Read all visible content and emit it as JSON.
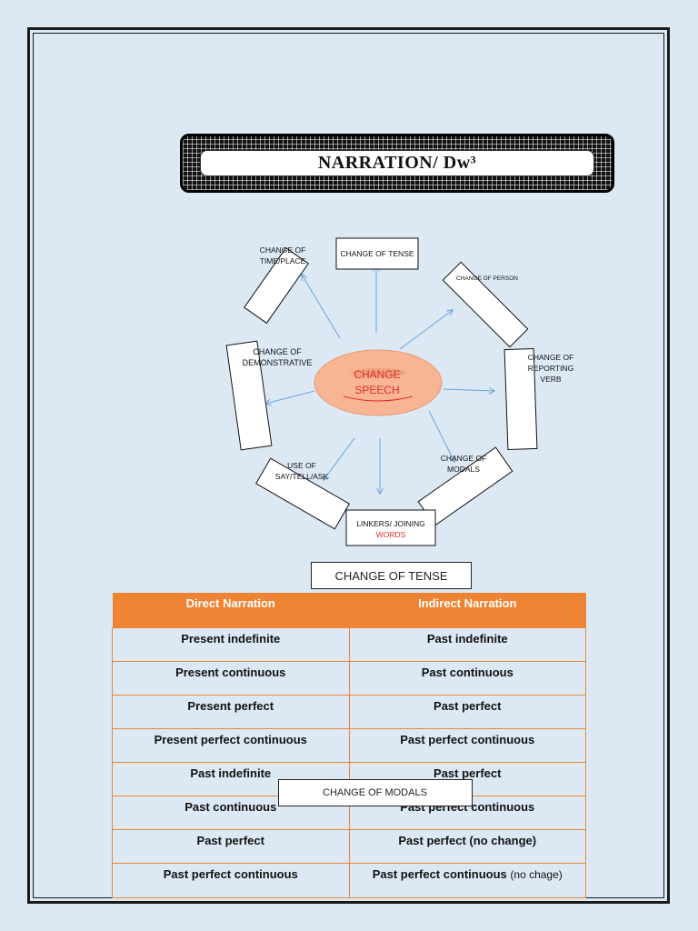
{
  "banner": {
    "title": "NARRATION/ Dw³"
  },
  "diagram": {
    "center": {
      "line1": "CHANGE",
      "line2": "SPEECH"
    },
    "boxes": {
      "time_place": {
        "line1": "CHANGE OF",
        "line2": "TIME/PLACE"
      },
      "tense": {
        "label": "CHANGE OF TENSE"
      },
      "person": {
        "label": "CHANGE OF PERSON"
      },
      "reporting_verb": {
        "line1": "CHANGE OF REPORTING",
        "line2": "VERB"
      },
      "modals": {
        "line1": "CHANGE OF",
        "line2": "MODALS"
      },
      "linkers": {
        "line1": "LINKERS/ JOINING",
        "line2": "WORDS"
      },
      "say_tell_ask": {
        "line1": "USE OF",
        "line2": "SAY/TELL/ASK"
      },
      "demonstrative": {
        "line1": "CHANGE OF",
        "line2": "DEMONSTRATIVE"
      }
    },
    "colors": {
      "center_fill": "#f8b594",
      "center_text": "#e02b2b",
      "arrow": "#6fa3d8"
    }
  },
  "tense_section": {
    "heading": "CHANGE OF TENSE",
    "columns": [
      "Direct Narration",
      "Indirect Narration"
    ],
    "rows": [
      {
        "direct": "Present indefinite",
        "indirect": "Past indefinite",
        "note": ""
      },
      {
        "direct": "Present continuous",
        "indirect": "Past continuous",
        "note": ""
      },
      {
        "direct": "Present perfect",
        "indirect": "Past perfect",
        "note": ""
      },
      {
        "direct": "Present perfect continuous",
        "indirect": "Past perfect continuous",
        "note": ""
      },
      {
        "direct": "Past indefinite",
        "indirect": "Past perfect",
        "note": ""
      },
      {
        "direct": "Past continuous",
        "indirect": "Past perfect continuous",
        "note": ""
      },
      {
        "direct": "Past perfect",
        "indirect": "Past perfect (no change)",
        "note": ""
      },
      {
        "direct": "Past perfect continuous",
        "indirect": "Past perfect continuous",
        "note": "(no chage)"
      }
    ],
    "header_color": "#ee8433"
  },
  "modals_section": {
    "heading": "CHANGE OF MODALS"
  }
}
